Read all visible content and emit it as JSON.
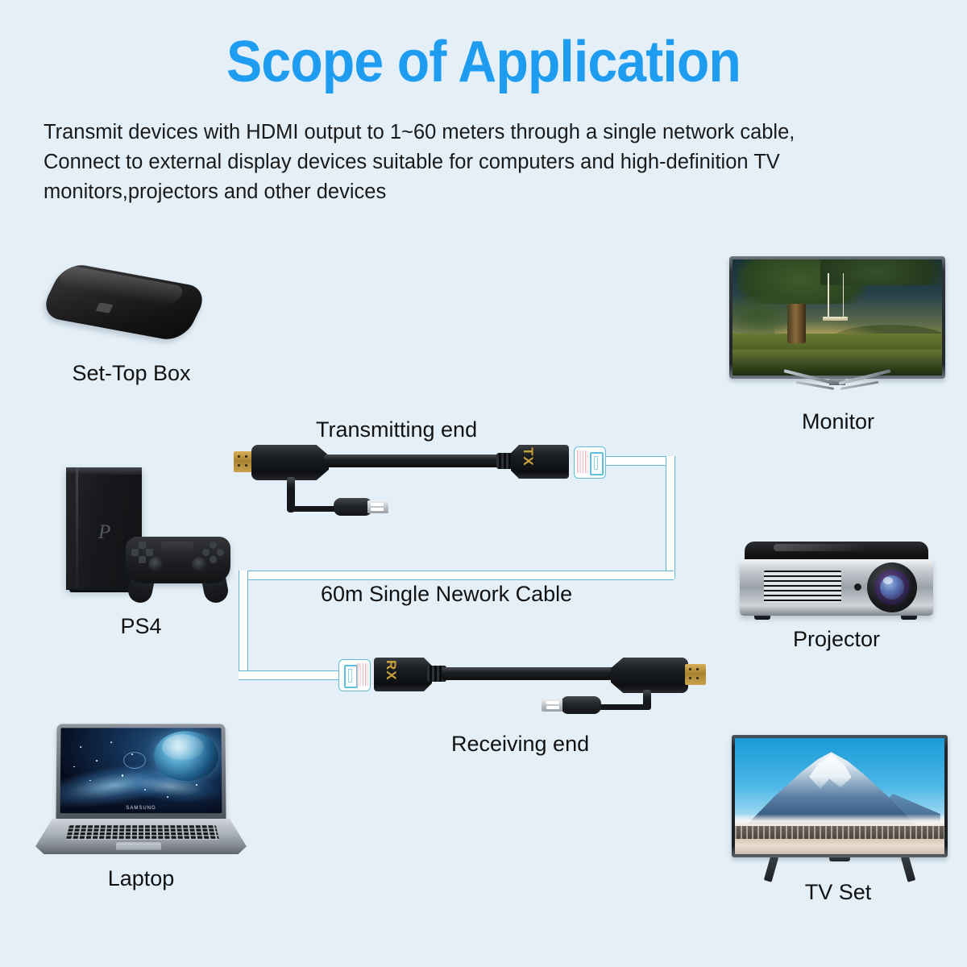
{
  "page": {
    "background_color": "#e4eff7",
    "title": "Scope of Application",
    "title_color": "#1e9cf0",
    "intro": "Transmit devices with HDMI output to 1~60 meters through a single network cable,\nConnect to external display devices  suitable for computers and high-definition TV\nmonitors,projectors and other devices"
  },
  "diagram": {
    "cable_label": "60m Single Nework Cable",
    "cable_color": "#5fb8d4",
    "transmitter": {
      "label": "Transmitting end",
      "port_label": "TX",
      "port_label_color": "#c9a23c"
    },
    "receiver": {
      "label": "Receiving end",
      "port_label": "RX",
      "port_label_color": "#c9a23c"
    }
  },
  "devices": [
    {
      "id": "set-top-box",
      "label": "Set-Top Box"
    },
    {
      "id": "monitor",
      "label": "Monitor"
    },
    {
      "id": "ps4",
      "label": "PS4"
    },
    {
      "id": "projector",
      "label": "Projector"
    },
    {
      "id": "laptop",
      "label": "Laptop"
    },
    {
      "id": "tv-set",
      "label": "TV Set"
    }
  ]
}
